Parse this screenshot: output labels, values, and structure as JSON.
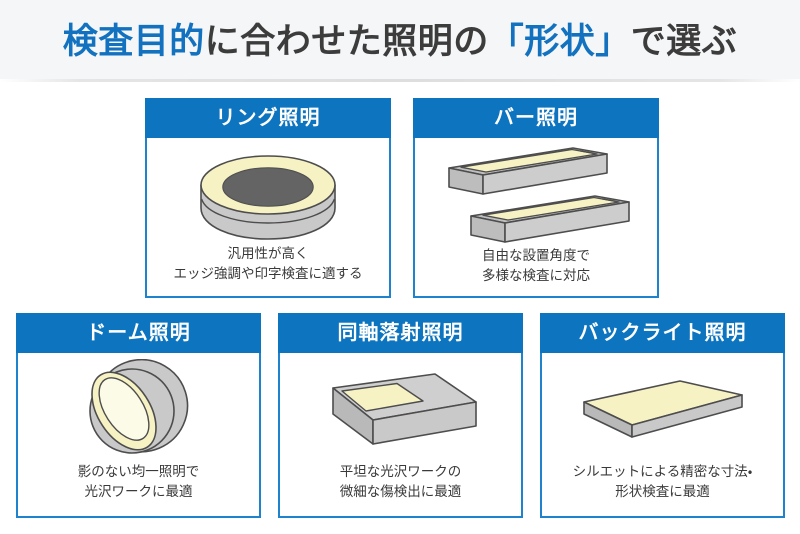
{
  "page": {
    "title_segments": [
      {
        "text": "検査目的",
        "highlight": true
      },
      {
        "text": "に合わせた照明の",
        "highlight": false
      },
      {
        "text": "「形状」",
        "highlight": true
      },
      {
        "text": "で選ぶ",
        "highlight": false
      }
    ],
    "title_plain": "検査目的に合わせた照明の「形状」で選ぶ"
  },
  "colors": {
    "accent_header": "#0d74bf",
    "accent_border": "#1f82cc",
    "title_highlight": "#1272c0",
    "title_text": "#3c3c3c",
    "banner_bg": "#f5f6f7",
    "figure_body": "#c9c9c9",
    "figure_light": "#f7f2c4",
    "figure_dark": "#5a5a5a",
    "figure_outline": "#4d4d4d"
  },
  "cards": {
    "top_row": [
      {
        "title": "リング照明",
        "caption": "汎用性が高く\nエッジ強調や印字検査に適する",
        "icon": "ring-light-icon"
      },
      {
        "title": "バー照明",
        "caption": "自由な設置角度で\n多様な検査に対応",
        "icon": "bar-light-icon"
      }
    ],
    "bottom_row": [
      {
        "title": "ドーム照明",
        "caption": "影のない均一照明で\n光沢ワークに最適",
        "icon": "dome-light-icon"
      },
      {
        "title": "同軸落射照明",
        "caption": "平坦な光沢ワークの\n微細な傷検出に最適",
        "icon": "coaxial-light-icon"
      },
      {
        "title": "バックライト照明",
        "caption": "シルエットによる精密な寸法・\n形状検査に最適",
        "icon": "backlight-icon"
      }
    ]
  }
}
